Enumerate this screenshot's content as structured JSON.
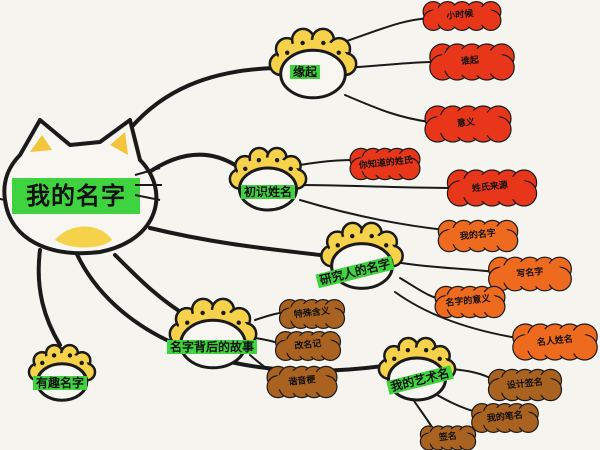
{
  "title": "我的名字",
  "colors": {
    "paw_yellow": "#f6d24a",
    "paw_outline": "#1a1a1a",
    "highlight_green": "#3fd43f",
    "red_cloud": "#e8361b",
    "orange_cloud": "#ee6a1e",
    "brown_cloud": "#a9621f",
    "cat_ear": "#f4c43a",
    "cat_mouth": "#f6d24a",
    "branch": "#1a1a1a"
  },
  "branches": [
    {
      "label": "缘起",
      "leaves": [
        "小时候",
        "谁起",
        "意义"
      ]
    },
    {
      "label": "初识姓名",
      "leaves": [
        "你知道的姓氏",
        "姓氏来源",
        "我的名字"
      ]
    },
    {
      "label": "研究人的名字",
      "leaves": [
        "写名字",
        "名字的意义",
        "名人姓名"
      ]
    },
    {
      "label": "名字背后的故事",
      "leaves": [
        "特殊含义",
        "改名记",
        "谐音梗"
      ]
    },
    {
      "label": "我的艺术名",
      "leaves": [
        "设计签名",
        "我的笔名",
        "签名"
      ]
    },
    {
      "label": "有趣名字",
      "leaves": []
    }
  ]
}
